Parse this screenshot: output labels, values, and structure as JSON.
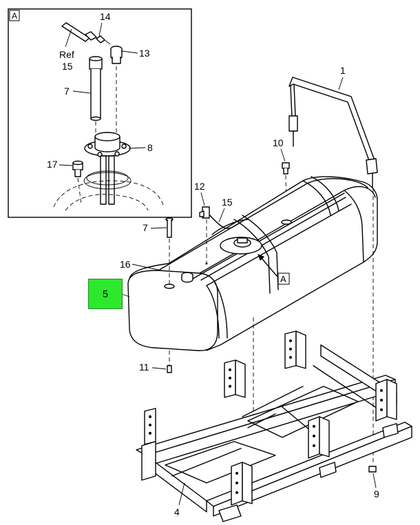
{
  "detail": {
    "view_letter": "A"
  },
  "callouts": {
    "c1": "1",
    "c4": "4",
    "c5": "5",
    "c7": "7",
    "c7b": "7",
    "c8": "8",
    "c9": "9",
    "c10": "10",
    "c11": "11",
    "c12": "12",
    "c13": "13",
    "c14": "14",
    "c15": "15",
    "c16": "16",
    "c17": "17",
    "ref": "Ref",
    "ref15": "15"
  },
  "view_marker": "A",
  "colors": {
    "highlight": "#2ee82e"
  }
}
